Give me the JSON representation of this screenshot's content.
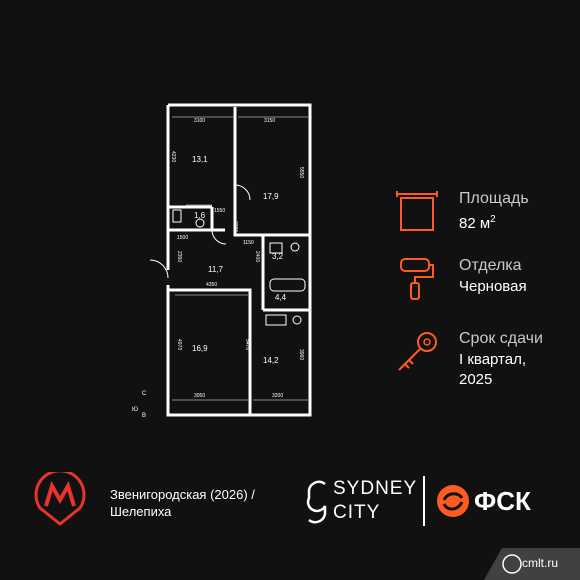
{
  "floorplan": {
    "rooms": [
      "13,1",
      "17,9",
      "1,6",
      "3,2",
      "11,7",
      "4,4",
      "16,9",
      "14,2"
    ],
    "dimensions": [
      "3100",
      "3150",
      "4230",
      "5550",
      "1550",
      "1500",
      "1150",
      "2380",
      "2400",
      "2350",
      "4350",
      "4970",
      "5470",
      "3960",
      "3050",
      "3200"
    ],
    "compass": [
      "С",
      "Ю",
      "В"
    ]
  },
  "info": {
    "area_label": "Площадь",
    "area_value": "82 м",
    "area_sup": "2",
    "finish_label": "Отделка",
    "finish_value": "Черновая",
    "deadline_label": "Срок сдачи",
    "deadline_line1": "I квартал,",
    "deadline_line2": "2025"
  },
  "footer": {
    "metro_line1": "Звенигородская (2026) /",
    "metro_line2": "Шелепиха",
    "brand1_line1": "SYDNEY",
    "brand1_line2": "CITY",
    "brand2": "ФСК"
  },
  "watermark": "cmlt.ru",
  "colors": {
    "accent": "#ff5a1f",
    "background": "#111111",
    "text": "#ffffff"
  }
}
